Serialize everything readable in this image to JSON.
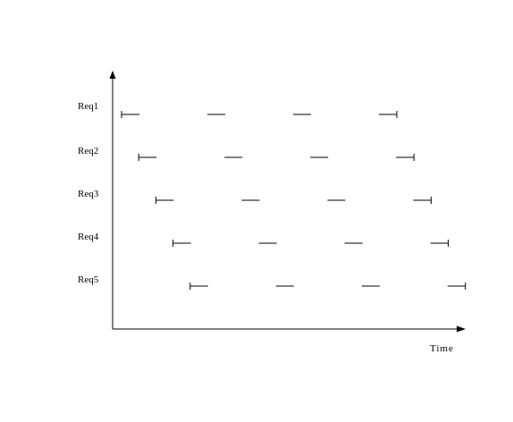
{
  "diagram": {
    "x_axis_label": "Time",
    "rows": [
      {
        "label": "Req1"
      },
      {
        "label": "Req2"
      },
      {
        "label": "Req3"
      },
      {
        "label": "Req4"
      },
      {
        "label": "Req5"
      }
    ]
  }
}
